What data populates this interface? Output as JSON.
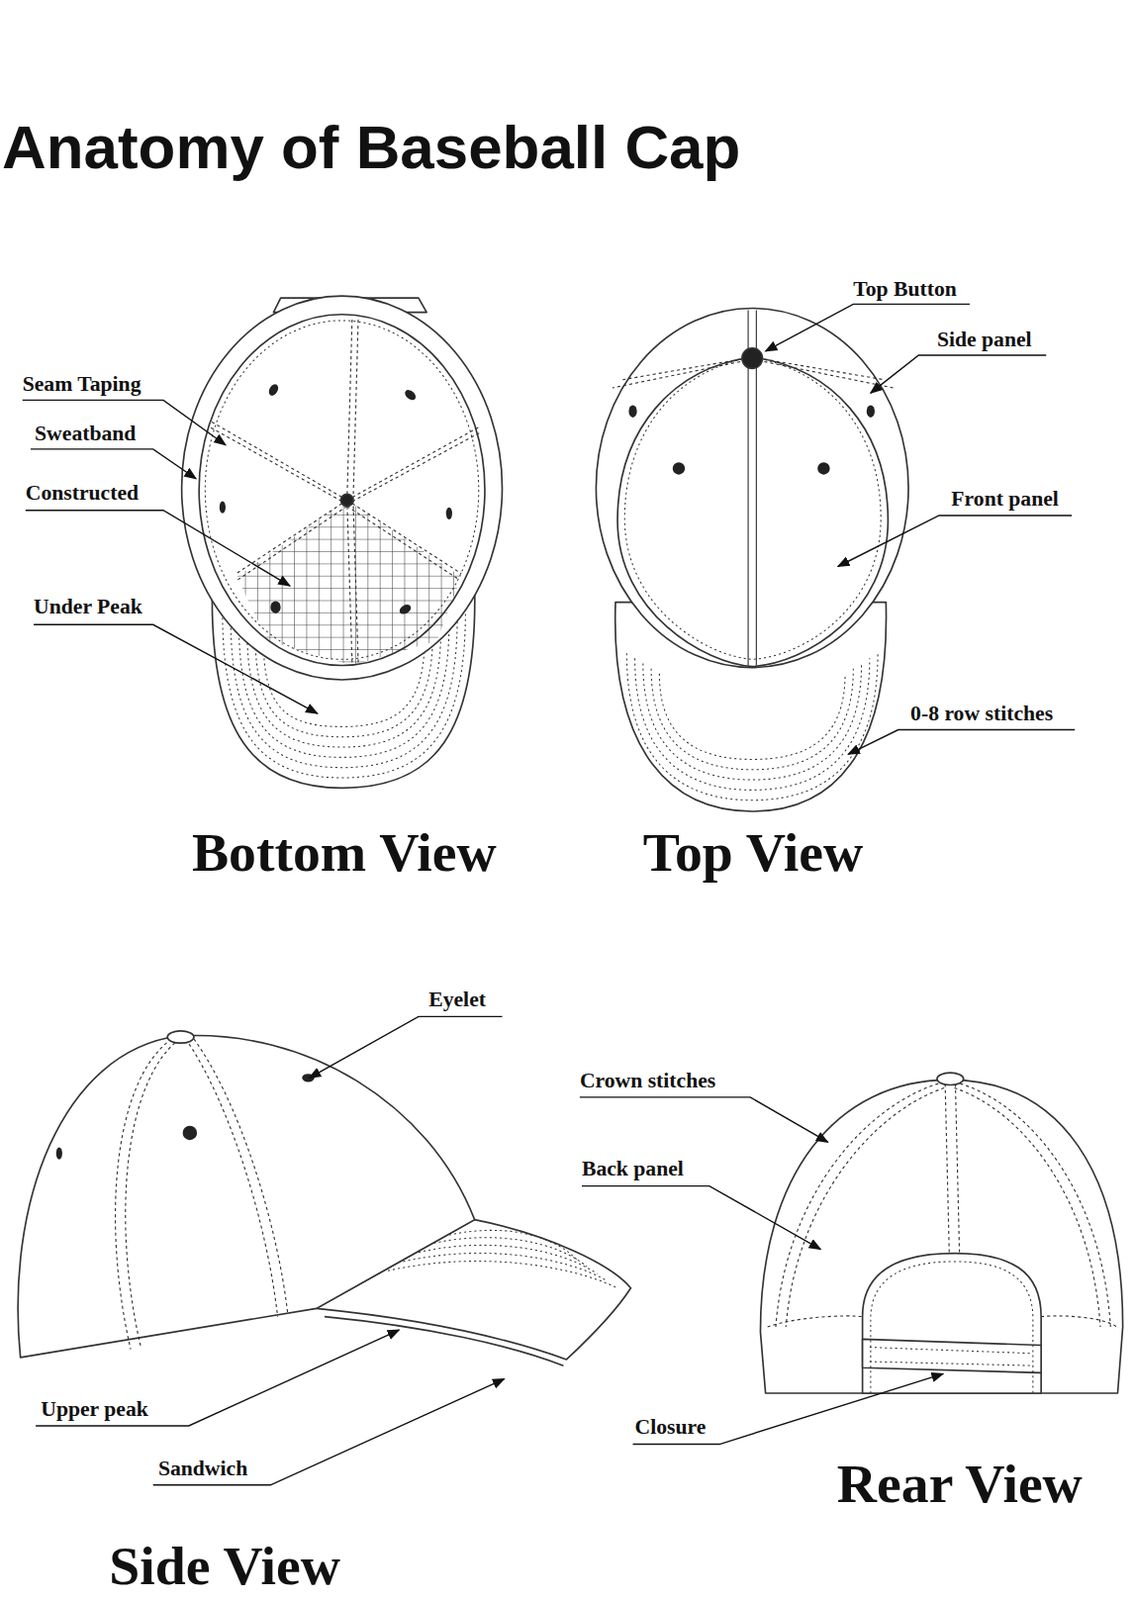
{
  "diagram": {
    "title": "Anatomy of Baseball Cap",
    "labels": [
      "Seam Taping",
      "Sweatband",
      "Constructed",
      "Under Peak",
      "Top Button",
      "Side panel",
      "Front panel",
      "0-8 row stitches",
      "Bottom View",
      "Top View",
      "Eyelet",
      "Crown stitches",
      "Back panel",
      "Upper peak",
      "Sandwich",
      "Closure",
      "Rear View",
      "Side View"
    ]
  }
}
